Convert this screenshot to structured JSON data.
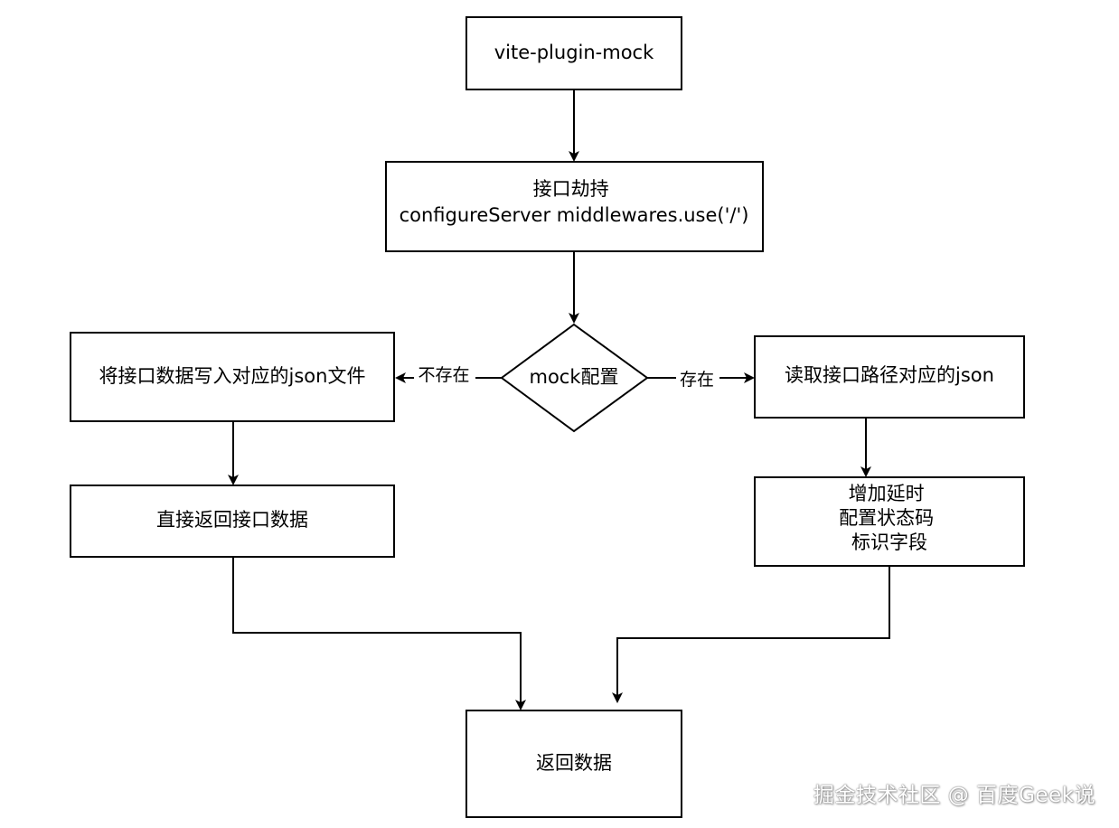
{
  "nodes": {
    "plugin": {
      "lines": [
        "vite-plugin-mock"
      ]
    },
    "intercept": {
      "lines": [
        "接口劫持",
        "configureServer middlewares.use('/')"
      ]
    },
    "decision": {
      "lines": [
        "mock配置"
      ]
    },
    "write_json": {
      "lines": [
        "将接口数据写入对应的json文件"
      ]
    },
    "read_json": {
      "lines": [
        "读取接口路径对应的json"
      ]
    },
    "return_direct": {
      "lines": [
        "直接返回接口数据"
      ]
    },
    "enhance": {
      "lines": [
        "增加延时",
        "配置状态码",
        "标识字段"
      ]
    },
    "return_data": {
      "lines": [
        "返回数据"
      ]
    }
  },
  "edges": {
    "not_exist_label": "不存在",
    "exist_label": "存在"
  },
  "watermark": "掘金技术社区 @ 百度Geek说"
}
